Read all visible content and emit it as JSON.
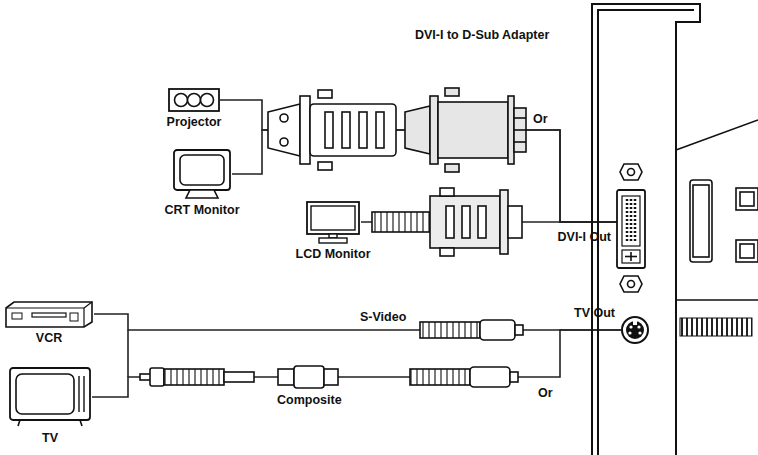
{
  "diagram": {
    "nodes": [
      {
        "text": [
          "Projector"
        ]
      },
      {
        "text": [
          "CRT Monitor"
        ]
      },
      {
        "text": [
          "LCD Monitor"
        ]
      },
      {
        "text": [
          "VCR"
        ]
      },
      {
        "text": [
          "TV"
        ]
      },
      {
        "text": [
          "DVI-I Out"
        ]
      },
      {
        "text": [
          "TV Out"
        ]
      }
    ],
    "edges": [
      {
        "from": 0,
        "to": 5,
        "arrow": "none"
      },
      {
        "from": 1,
        "to": 5,
        "arrow": "none"
      },
      {
        "from": 2,
        "to": 5,
        "arrow": "none"
      },
      {
        "from": 3,
        "to": 6,
        "arrow": "none"
      },
      {
        "from": 4,
        "to": 6,
        "arrow": "none"
      }
    ],
    "labels": [
      "DVI-I to D-Sub Adapter",
      "Or",
      "S-Video",
      "Composite",
      "Or"
    ]
  }
}
